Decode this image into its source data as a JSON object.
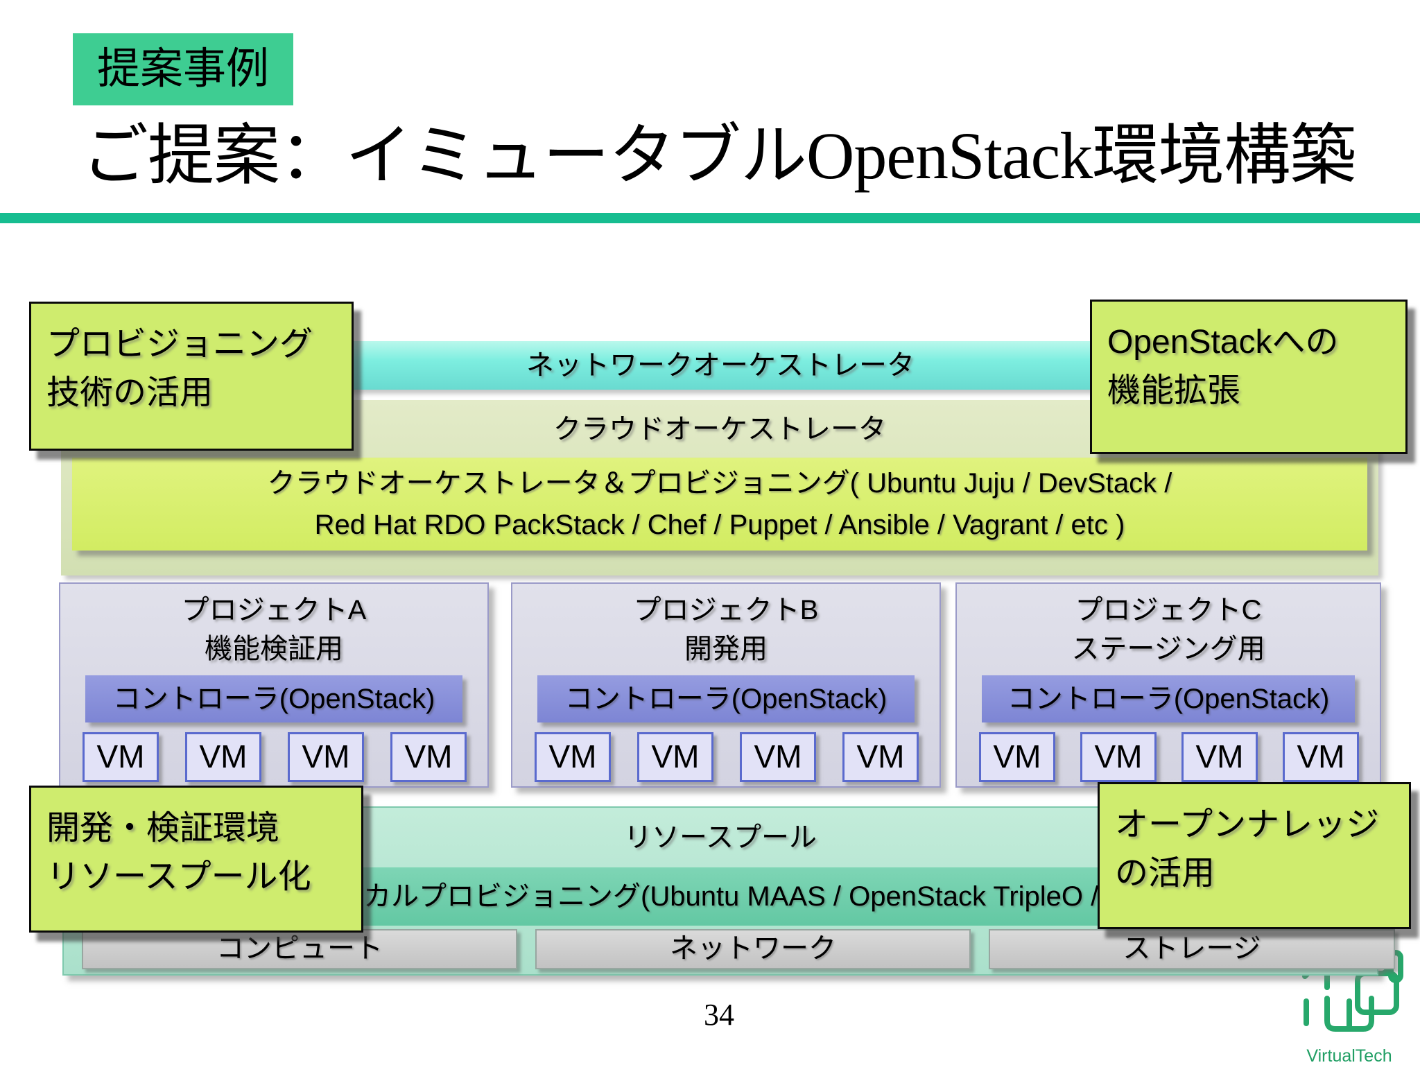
{
  "slide": {
    "badge": "提案事例",
    "title": {
      "part1": "ご提案：イミュータブル",
      "part2": "OpenStack",
      "part3": "環境構築"
    },
    "page_number": "34"
  },
  "diagram": {
    "network_bar": "ネットワークオーケストレータ",
    "cloud_bar": "クラウドオーケストレータ",
    "provisioning_band": {
      "line1": "クラウドオーケストレータ＆プロビジョニング( Ubuntu Juju / DevStack /",
      "line2": "Red Hat RDO PackStack / Chef / Puppet / Ansible / Vagrant / etc )"
    },
    "projects": [
      {
        "name": "プロジェクトA",
        "purpose": "機能検証用",
        "controller": "コントローラ(OpenStack)",
        "vms": [
          "VM",
          "VM",
          "VM",
          "VM"
        ]
      },
      {
        "name": "プロジェクトB",
        "purpose": "開発用",
        "controller": "コントローラ(OpenStack)",
        "vms": [
          "VM",
          "VM",
          "VM",
          "VM"
        ]
      },
      {
        "name": "プロジェクトC",
        "purpose": "ステージング用",
        "controller": "コントローラ(OpenStack)",
        "vms": [
          "VM",
          "VM",
          "VM",
          "VM"
        ]
      }
    ],
    "resource_pool": "リソースプール",
    "physical_provisioning": "フィジカルプロビジョニング(Ubuntu MAAS / OpenStack TripleO / etc )",
    "hardware": [
      "コンピュート",
      "ネットワーク",
      "ストレージ"
    ]
  },
  "callouts": {
    "top_left": {
      "line1": "プロビジョニング",
      "line2": "技術の活用"
    },
    "top_right": {
      "line1": "OpenStackへの",
      "line2": "機能拡張"
    },
    "bottom_left": {
      "line1": "開発・検証環境",
      "line2": "リソースプール化"
    },
    "bottom_right": {
      "line1": "オープンナレッジ",
      "line2": "の活用"
    }
  },
  "footer": {
    "logo_text": "VirtualTech Japan"
  },
  "colors": {
    "badge_green": "#3ecd92",
    "divider_teal": "#17bd90",
    "network_bar_cyan": "#7deee0",
    "cloud_bar_green": "#d6e2ba",
    "provisioning_band_yellow": "#d6ee6f",
    "callout_yellow_green": "#cfec6e",
    "project_fill": "#d9d9e5",
    "controller_periwinkle": "#8289d6",
    "vm_fill": "#e2e2f7",
    "vm_border": "#5a6ace",
    "resource_mint": "#b5e6d2",
    "physical_teal": "#6fceaa",
    "hardware_gray": "#cccccc",
    "logo_green": "#27a86b"
  }
}
